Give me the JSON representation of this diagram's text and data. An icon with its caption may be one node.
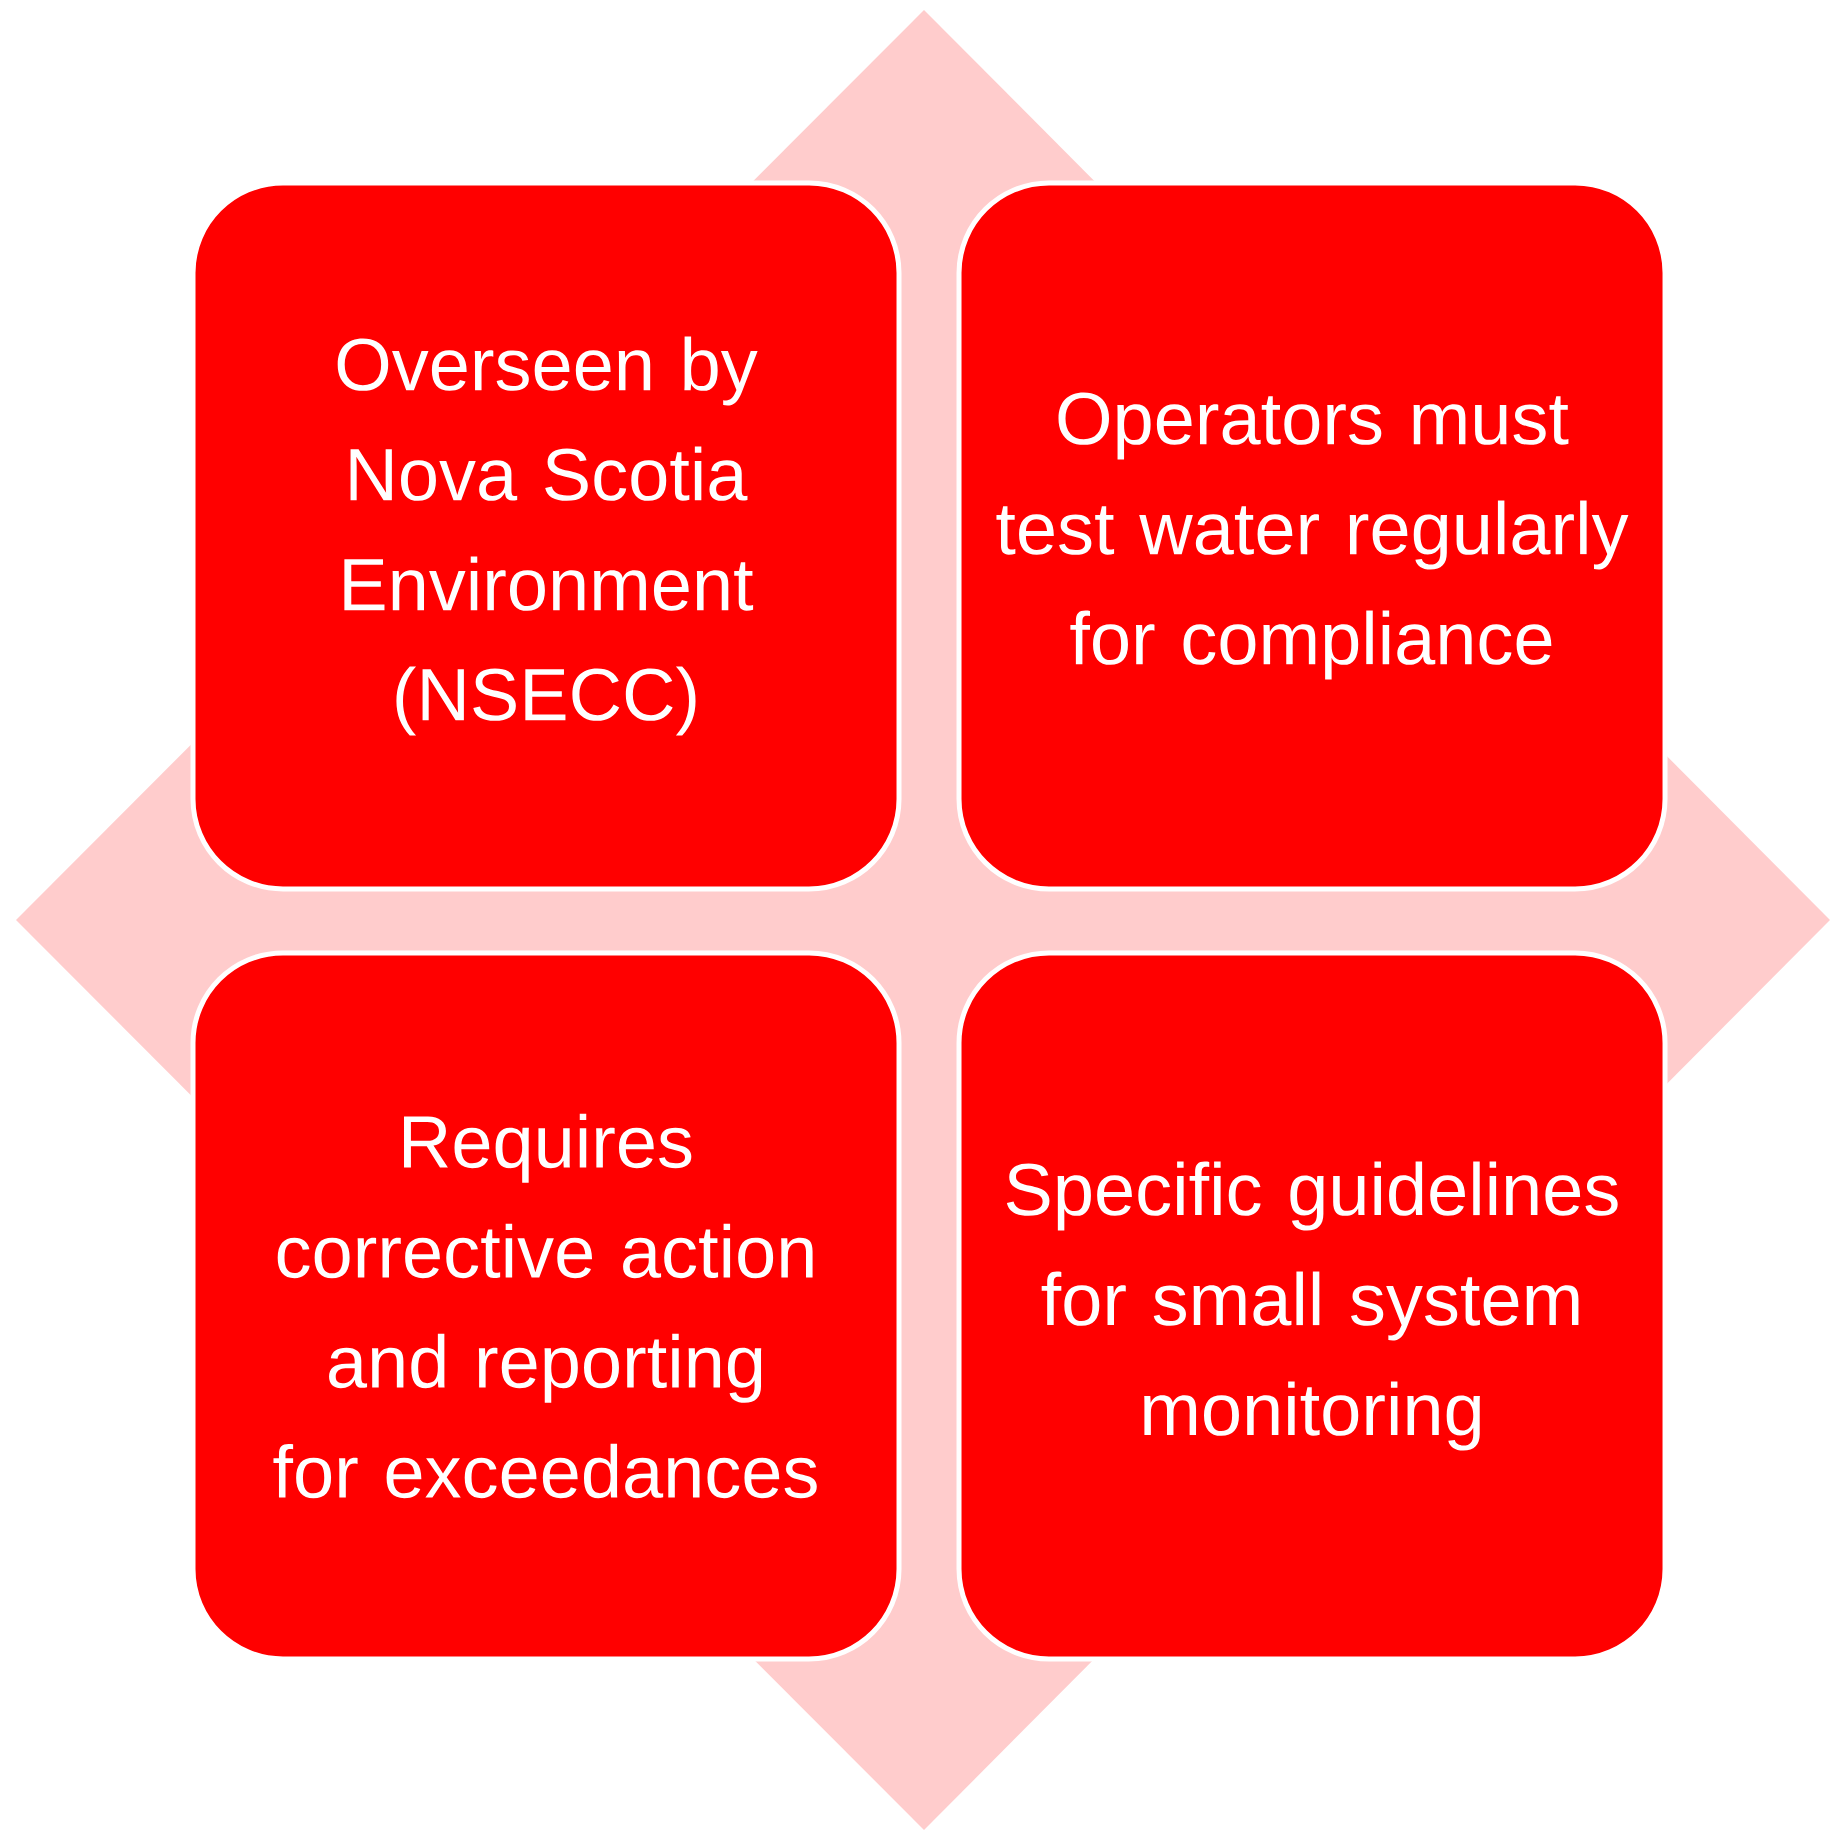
{
  "diagram": {
    "nodes": [
      {
        "text": [
          "Overseen by Nova Scotia Environment (NSECC)"
        ]
      },
      {
        "text": [
          "Operators must test water regularly for compliance"
        ]
      },
      {
        "text": [
          "Requires corrective action and reporting for exceedances"
        ]
      },
      {
        "text": [
          "Specific guidelines for small system monitoring"
        ]
      }
    ]
  }
}
